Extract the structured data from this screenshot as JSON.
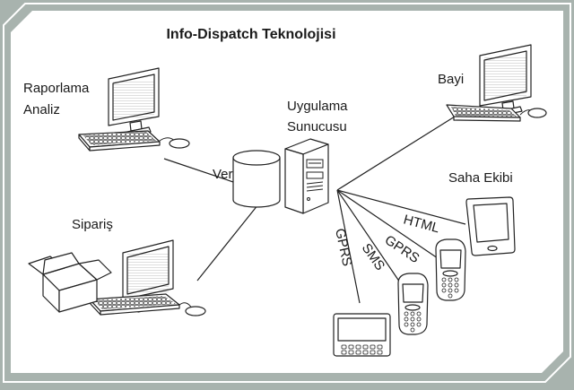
{
  "title": "Info-Dispatch Teknolojisi",
  "labels": {
    "raporlama": "Raporlama",
    "analiz": "Analiz",
    "uygulama": "Uygulama",
    "sunucusu": "Sunucusu",
    "veritabani": "Veritabanı",
    "bayi": "Bayi",
    "saha_ekibi": "Saha Ekibi",
    "siparis": "Sipariş"
  },
  "links": {
    "html": "HTML",
    "gprs_phone": "GPRS",
    "sms": "SMS",
    "gprs_terminal": "GPRS"
  },
  "colors": {
    "frame": "#a8b3ae",
    "panel": "#ffffff",
    "ink": "#222222"
  }
}
